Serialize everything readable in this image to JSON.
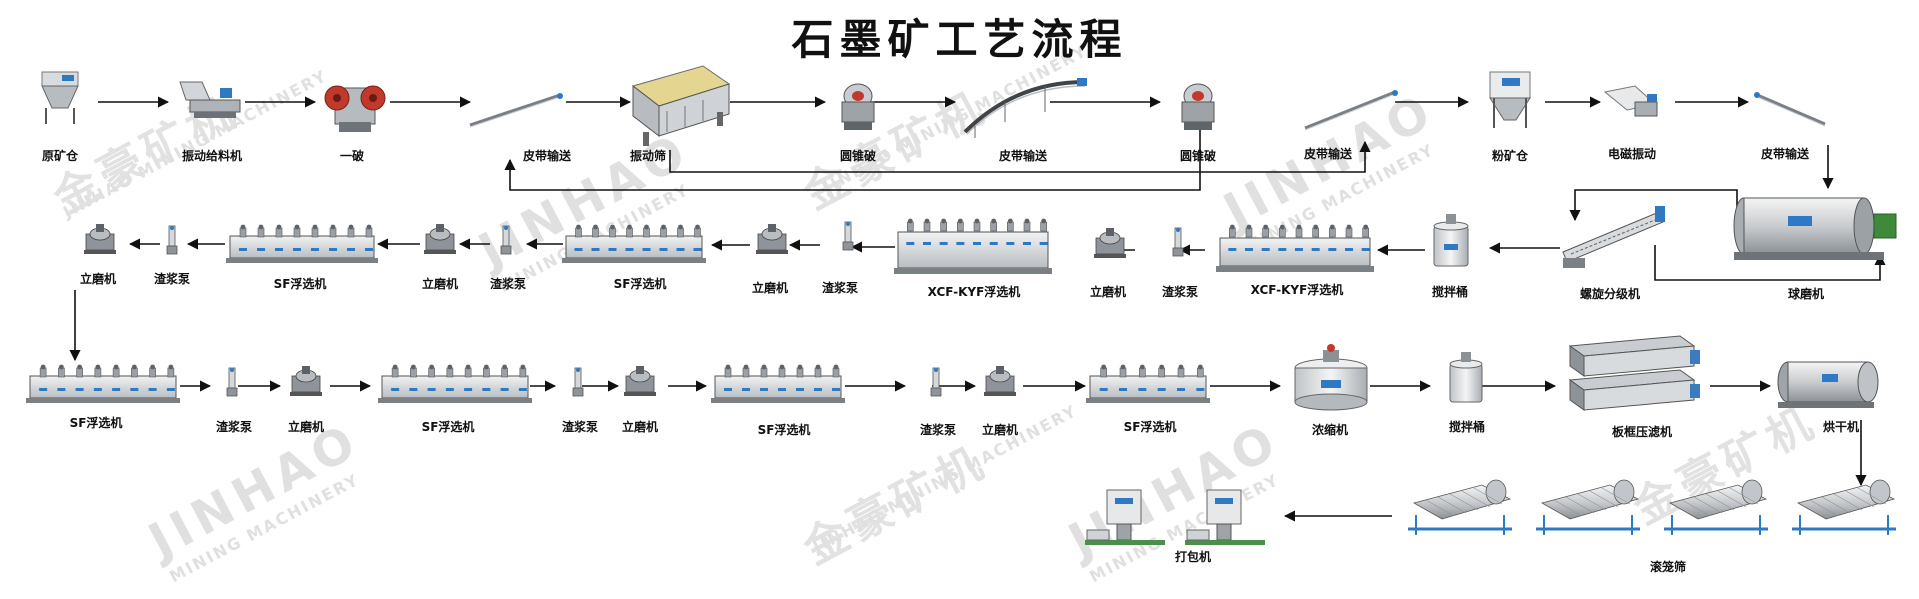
{
  "title": "石墨矿工艺流程",
  "watermark": {
    "brand_cn": "金豪矿机",
    "brand_en": "JINHAO",
    "sub_en": "MINING MACHINERY",
    "sub_en_full": "JINHAO MINING MACHINERY"
  },
  "labels": {
    "raw_bin": "原矿仓",
    "vib_feeder": "振动给料机",
    "primary_crush": "一破",
    "belt1": "皮带输送",
    "vib_screen": "振动筛",
    "cone1": "圆锥破",
    "belt2": "皮带输送",
    "cone2": "圆锥破",
    "belt3": "皮带输送",
    "powder_bin": "粉矿仓",
    "em_vib": "电磁振动",
    "belt4": "皮带输送",
    "ball_mill": "球磨机",
    "spiral": "螺旋分级机",
    "mixer1": "搅拌桶",
    "xcf2": "XCF-KYF浮选机",
    "pump_r2a": "渣浆泵",
    "mill_r2a": "立磨机",
    "xcf1": "XCF-KYF浮选机",
    "pump_r2b": "渣浆泵",
    "mill_r2b": "立磨机",
    "sf_r2a": "SF浮选机",
    "pump_r2c": "渣浆泵",
    "mill_r2c": "立磨机",
    "sf_r2b": "SF浮选机",
    "pump_r2d": "渣浆泵",
    "mill_r2d": "立磨机",
    "sf_r3a": "SF浮选机",
    "pump_r3a": "渣浆泵",
    "mill_r3a": "立磨机",
    "sf_r3b": "SF浮选机",
    "pump_r3b": "渣浆泵",
    "mill_r3b": "立磨机",
    "sf_r3c": "SF浮选机",
    "pump_r3c": "渣浆泵",
    "mill_r3c": "立磨机",
    "sf_r3d": "SF浮选机",
    "thickener": "浓缩机",
    "mixer2": "搅拌桶",
    "filter_press": "板框压滤机",
    "dryer": "烘干机",
    "drum_screen": "滚笼筛",
    "packer": "打包机"
  },
  "colors": {
    "arrow": "#111111",
    "machine_gray": "#a9aeb3",
    "machine_dark": "#5d6268",
    "machine_light": "#e6e8ea",
    "accent_red": "#c0392b",
    "accent_blue": "#2f78c4",
    "screen_yellow": "#e4d590",
    "watermark": "#e0e0e0"
  }
}
